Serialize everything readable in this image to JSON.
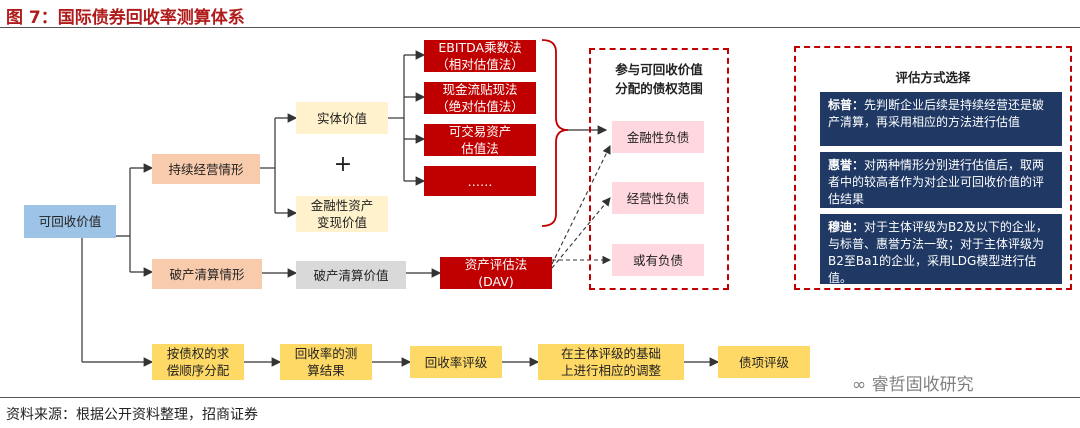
{
  "figure": {
    "title": "图 7：国际债券回收率测算体系",
    "source": "资料来源：根据公开资料整理，招商证券",
    "watermark": "睿哲固收研究"
  },
  "diagram": {
    "root": "可回收价值",
    "going_concern": "持续经营情形",
    "liquidation": "破产清算情形",
    "entity_value": "实体价值",
    "plus": "+",
    "financial_asset_value": "金融性资产\n变现价值",
    "methods": [
      "EBITDA乘数法\n（相对估值法）",
      "现金流贴现法\n（绝对估值法）",
      "可交易资产\n估值法",
      "……"
    ],
    "liquidation_value": "破产清算价值",
    "dav": "资产评估法\n(DAV)",
    "claims_title": "参与可回收价值\n分配的债权范围",
    "claims": [
      "金融性负债",
      "经营性负债",
      "或有负债"
    ],
    "process": [
      "按债权的求\n偿顺序分配",
      "回收率的测\n算结果",
      "回收率评级",
      "在主体评级的基础\n上进行相应的调整",
      "债项评级"
    ]
  },
  "valuation": {
    "title": "评估方式选择",
    "items": [
      {
        "name": "标普：",
        "text": "先判断企业后续是持续经营还是破产清算，再采用相应的方法进行估值"
      },
      {
        "name": "惠誉：",
        "text": "对两种情形分别进行估值后，取两者中的较高者作为对企业可回收价值的评估结果"
      },
      {
        "name": "穆迪：",
        "text": "对于主体评级为B2及以下的企业，与标普、惠誉方法一致；对于主体评级为B2至Ba1的企业，采用LDG模型进行估值。"
      }
    ]
  },
  "colors": {
    "accent": "#c00000",
    "navy": "#1f3864"
  }
}
